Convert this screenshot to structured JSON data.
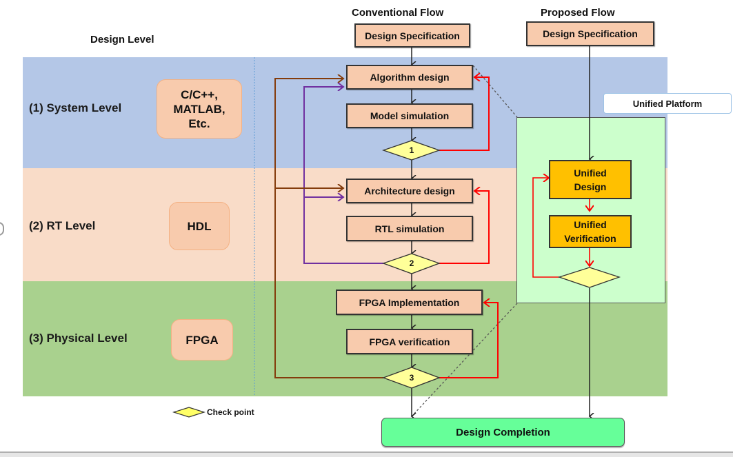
{
  "headers": {
    "design_level": "Design Level",
    "conventional_flow": "Conventional Flow",
    "proposed_flow": "Proposed Flow"
  },
  "levels": [
    {
      "label": "(1) System Level",
      "tool": "C/C++,\nMATLAB,\nEtc.",
      "color": "#b4c7e7"
    },
    {
      "label": "(2) RT Level",
      "tool": "HDL",
      "color": "#f9dcc8"
    },
    {
      "label": "(3) Physical Level",
      "tool": "FPGA",
      "color": "#a9d18e"
    }
  ],
  "conventional": {
    "spec": "Design Specification",
    "steps": [
      "Algorithm design",
      "Model simulation",
      "Architecture design",
      "RTL simulation",
      "FPGA Implementation",
      "FPGA verification"
    ],
    "checkpoints": [
      "1",
      "2",
      "3"
    ]
  },
  "proposed": {
    "spec": "Design Specification",
    "platform_label": "Unified Platform",
    "unified_design": "Unified\nDesign",
    "unified_verification": "Unified\nVerification"
  },
  "completion": "Design Completion",
  "legend": {
    "checkpoint": "Check point"
  },
  "colors": {
    "feedback_red": "#ff0000",
    "feedback_purple": "#7030a0",
    "feedback_brown": "#843c0c",
    "box_fill": "#f8cbad",
    "unified_fill": "#ffc000",
    "platform_fill": "#ccffcc",
    "completion_fill": "#66ff99",
    "checkpoint_fill": "#ffff99"
  }
}
